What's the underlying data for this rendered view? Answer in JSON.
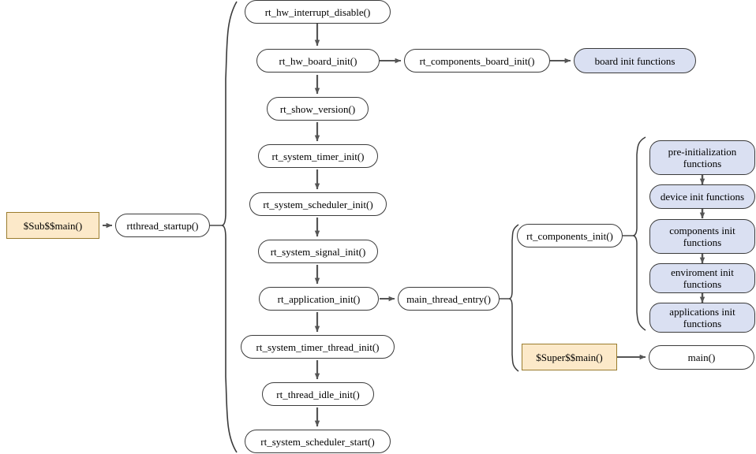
{
  "diagram": {
    "title": "RT-Thread startup sequence flowchart",
    "background": "#ffffff",
    "colors": {
      "node_fill": "#ffffff",
      "blue_fill": "#dae0f2",
      "cream_fill": "#fce9c9",
      "border": "#3b3b3b",
      "cream_border": "#9a7c2e",
      "edge": "#555555"
    }
  },
  "entry": {
    "sub_main": "$Sub$$main()",
    "rtthread_startup": "rtthread_startup()"
  },
  "startup_sequence": [
    {
      "label": "rt_hw_interrupt_disable()"
    },
    {
      "label": "rt_hw_board_init()"
    },
    {
      "label": "rt_show_version()"
    },
    {
      "label": "rt_system_timer_init()"
    },
    {
      "label": "rt_system_scheduler_init()"
    },
    {
      "label": "rt_system_signal_init()"
    },
    {
      "label": "rt_application_init()"
    },
    {
      "label": "rt_system_timer_thread_init()"
    },
    {
      "label": "rt_thread_idle_init()"
    },
    {
      "label": "rt_system_scheduler_start()"
    }
  ],
  "board_branch": {
    "components_board_init": "rt_components_board_init()",
    "board_init_functions": "board init functions"
  },
  "app_branch": {
    "main_thread_entry": "main_thread_entry()",
    "components_init": "rt_components_init()",
    "super_main": "$Super$$main()",
    "main": "main()"
  },
  "init_functions": [
    {
      "label": "pre-initialization functions"
    },
    {
      "label": "device init functions"
    },
    {
      "label": "components init functions"
    },
    {
      "label": "enviroment init functions"
    },
    {
      "label": "applications init functions"
    }
  ]
}
